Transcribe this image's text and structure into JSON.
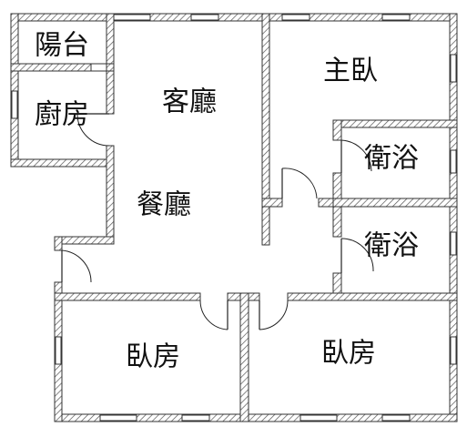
{
  "rooms": {
    "balcony": "陽台",
    "kitchen": "廚房",
    "living_room": "客廳",
    "dining_room": "餐廳",
    "master_bedroom": "主臥",
    "bathroom_1": "衛浴",
    "bathroom_2": "衛浴",
    "bedroom_1": "臥房",
    "bedroom_2": "臥房"
  },
  "colors": {
    "wall_outline": "#333333",
    "hatch": "#555555",
    "background": "#ffffff"
  }
}
